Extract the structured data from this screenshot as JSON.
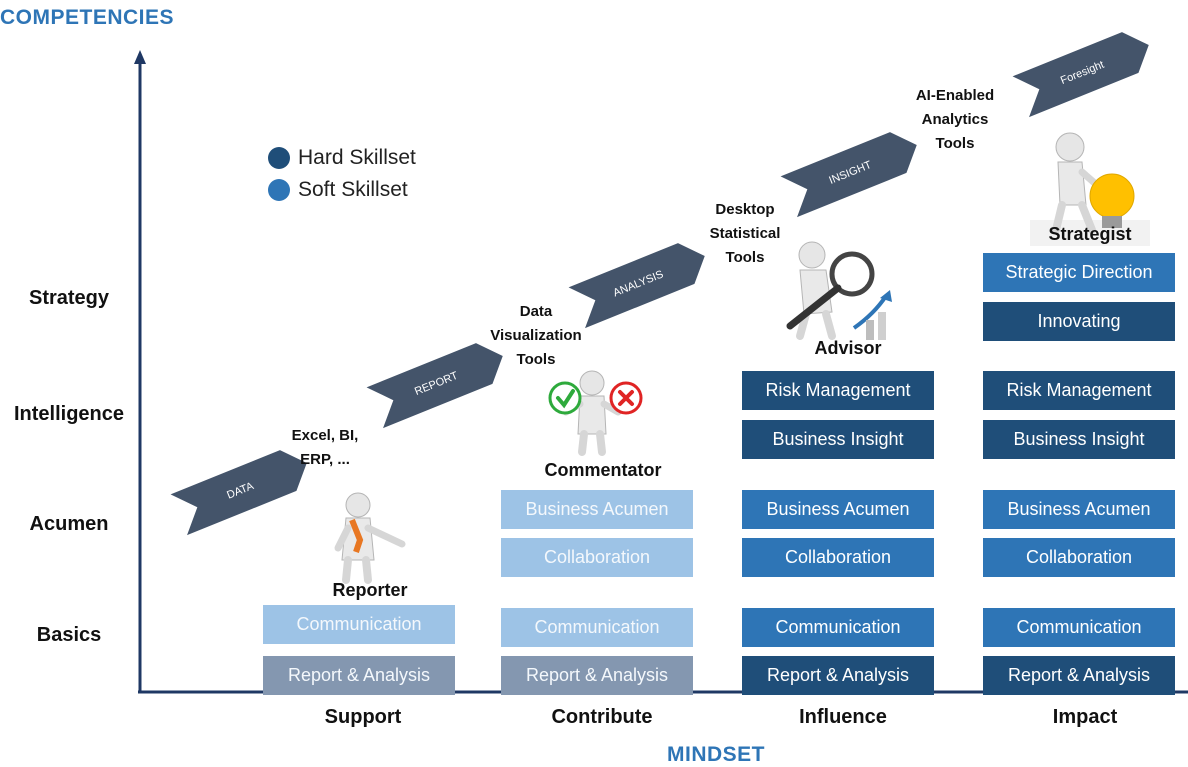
{
  "axes": {
    "y_title": "COMPETENCIES",
    "x_title": "MINDSET"
  },
  "y_levels": [
    "Strategy",
    "Intelligence",
    "Acumen",
    "Basics"
  ],
  "x_levels": [
    "Support",
    "Contribute",
    "Influence",
    "Impact"
  ],
  "legend": [
    {
      "label": "Hard Skillset",
      "color": "#1f4e79"
    },
    {
      "label": "Soft Skillset",
      "color": "#2e75b6"
    }
  ],
  "arrows": [
    "DATA",
    "REPORT",
    "ANALYSIS",
    "INSIGHT",
    "Foresight"
  ],
  "tool_notes": [
    [
      "Excel, BI,",
      "ERP, ..."
    ],
    [
      "Data",
      "Visualization",
      "Tools"
    ],
    [
      "Desktop",
      "Statistical",
      "Tools"
    ],
    [
      "AI-Enabled",
      "Analytics",
      "Tools"
    ]
  ],
  "personas": [
    "Reporter",
    "Commentator",
    "Advisor",
    "Strategist"
  ],
  "columns": [
    {
      "mindset": "Support",
      "boxes": [
        {
          "label": "Communication",
          "color": "#9dc3e6",
          "text_color": "#f4f8fc"
        },
        {
          "label": "Report & Analysis",
          "color": "#8497b0",
          "text_color": "#f4f8fc"
        }
      ]
    },
    {
      "mindset": "Contribute",
      "boxes": [
        {
          "label": "Business Acumen",
          "color": "#9dc3e6",
          "text_color": "#f4f8fc"
        },
        {
          "label": "Collaboration",
          "color": "#9dc3e6",
          "text_color": "#f4f8fc"
        },
        {
          "label": "Communication",
          "color": "#9dc3e6",
          "text_color": "#f4f8fc"
        },
        {
          "label": "Report & Analysis",
          "color": "#8497b0",
          "text_color": "#f4f8fc"
        }
      ]
    },
    {
      "mindset": "Influence",
      "boxes": [
        {
          "label": "Risk Management",
          "color": "#1f4e79",
          "text_color": "#ffffff"
        },
        {
          "label": "Business Insight",
          "color": "#1f4e79",
          "text_color": "#ffffff"
        },
        {
          "label": "Business Acumen",
          "color": "#2e75b6",
          "text_color": "#ffffff"
        },
        {
          "label": "Collaboration",
          "color": "#2e75b6",
          "text_color": "#ffffff"
        },
        {
          "label": "Communication",
          "color": "#2e75b6",
          "text_color": "#ffffff"
        },
        {
          "label": "Report & Analysis",
          "color": "#1f4e79",
          "text_color": "#ffffff"
        }
      ]
    },
    {
      "mindset": "Impact",
      "boxes": [
        {
          "label": "Strategic Direction",
          "color": "#2e75b6",
          "text_color": "#ffffff"
        },
        {
          "label": "Innovating",
          "color": "#1f4e79",
          "text_color": "#ffffff"
        },
        {
          "label": "Risk Management",
          "color": "#1f4e79",
          "text_color": "#ffffff"
        },
        {
          "label": "Business Insight",
          "color": "#1f4e79",
          "text_color": "#ffffff"
        },
        {
          "label": "Business Acumen",
          "color": "#2e75b6",
          "text_color": "#ffffff"
        },
        {
          "label": "Collaboration",
          "color": "#2e75b6",
          "text_color": "#ffffff"
        },
        {
          "label": "Communication",
          "color": "#2e75b6",
          "text_color": "#ffffff"
        },
        {
          "label": "Report & Analysis",
          "color": "#1f4e79",
          "text_color": "#ffffff"
        }
      ]
    }
  ],
  "colors": {
    "axis": "#1f3864",
    "arrow": "#44546a"
  }
}
